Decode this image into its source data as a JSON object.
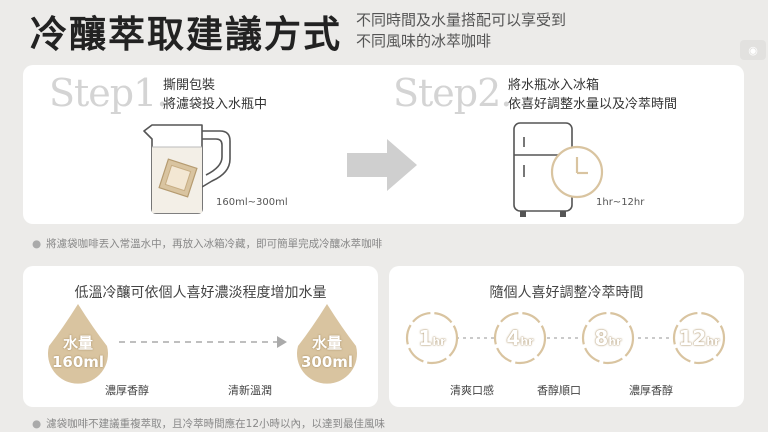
{
  "header": {
    "title": "冷釀萃取建議方式",
    "subtitle_line1": "不同時間及水量搭配可以享受到",
    "subtitle_line2": "不同風味的冰萃咖啡"
  },
  "side_button": {
    "label": "◉"
  },
  "steps": [
    {
      "label": "Step1.",
      "line1": "撕開包裝",
      "line2": "將濾袋投入水瓶中",
      "range": "160ml~300ml"
    },
    {
      "label": "Step2.",
      "line1": "將水瓶冰入冰箱",
      "line2": "依喜好調整水量以及冷萃時間",
      "range": "1hr~12hr"
    }
  ],
  "note1": "將濾袋咖啡丟入常溫水中，再放入冰箱冷藏，即可簡單完成冷釀冰萃咖啡",
  "water_card": {
    "title": "低溫冷釀可依個人喜好濃淡程度增加水量",
    "drops": [
      {
        "word": "水量",
        "amount": "160ml",
        "label": "濃厚香醇"
      },
      {
        "word": "水量",
        "amount": "300ml",
        "label": "清新溫潤"
      }
    ]
  },
  "time_card": {
    "title": "隨個人喜好調整冷萃時間",
    "clocks": [
      {
        "num": "1",
        "unit": "hr",
        "label": ""
      },
      {
        "num": "4",
        "unit": "hr",
        "label": "清爽口感"
      },
      {
        "num": "8",
        "unit": "hr",
        "label": "香醇順口"
      },
      {
        "num": "12",
        "unit": "hr",
        "label": "濃厚香醇"
      }
    ]
  },
  "note2": "濾袋咖啡不建議重複萃取，且冷萃時間應在12小時以內，以達到最佳風味",
  "colors": {
    "accent": "#d9c4a0",
    "accent_dark": "#b59b70",
    "card": "#ffffff",
    "background": "#ecebe9"
  },
  "icons": [
    "pitcher-icon",
    "arrow-right-icon",
    "fridge-icon",
    "clock-icon",
    "water-drop-icon"
  ]
}
